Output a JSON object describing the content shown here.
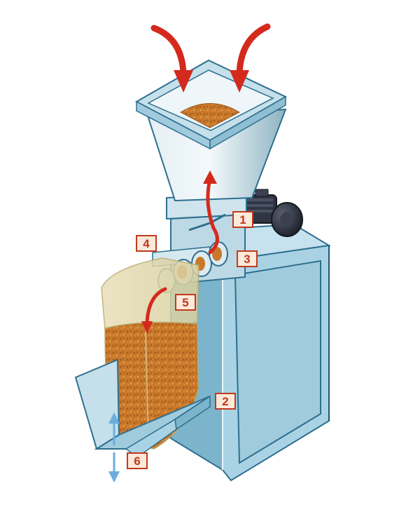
{
  "callouts": [
    {
      "id": "c1",
      "label": "1"
    },
    {
      "id": "c2",
      "label": "2"
    },
    {
      "id": "c3",
      "label": "3"
    },
    {
      "id": "c4",
      "label": "4"
    },
    {
      "id": "c5",
      "label": "5"
    },
    {
      "id": "c6",
      "label": "6"
    }
  ],
  "colors": {
    "frame_fill": "#a9d3e4",
    "frame_edge": "#2e6f90",
    "frame_dark": "#7cb4cc",
    "hopper_light": "#d6e8ef",
    "hopper_dark": "#8eb6c6",
    "product": "#c8782a",
    "product_dark": "#9c531a",
    "flow_arrow": "#d42a1e",
    "motor": "#2a2f3c",
    "callout_bg": "#fbe9da",
    "callout_border": "#c2391f",
    "lift_arrow": "#6aaede"
  }
}
